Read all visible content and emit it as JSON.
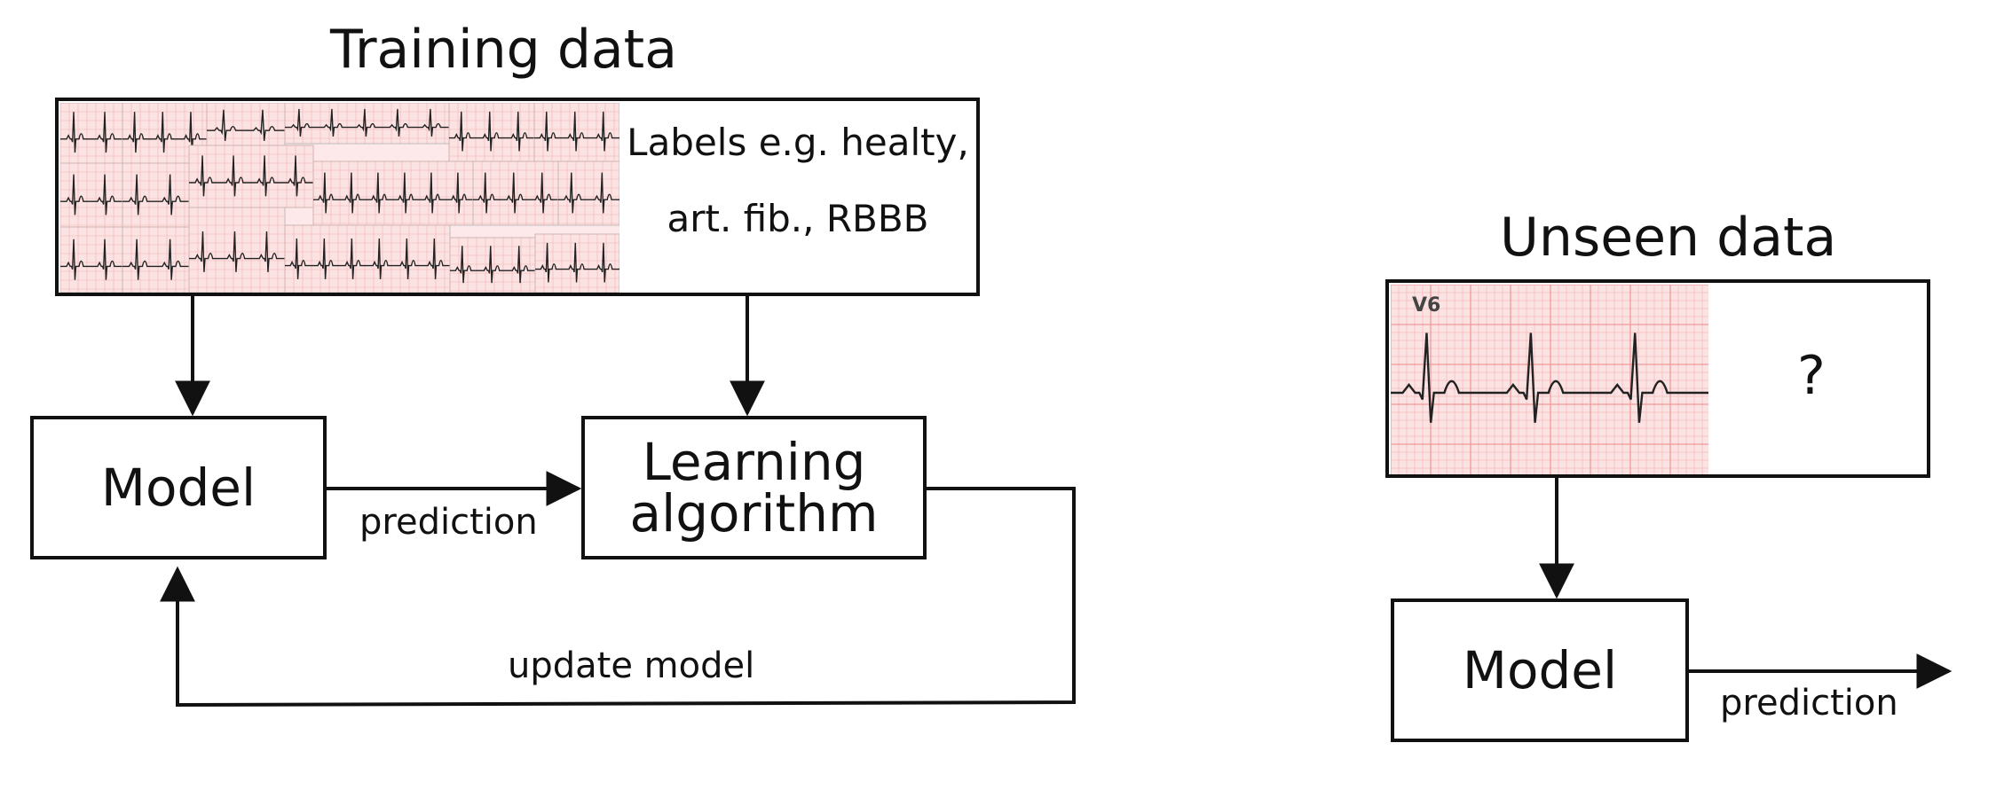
{
  "training": {
    "title": "Training data",
    "labels_line1": "Labels e.g. healty,",
    "labels_line2": "art. fib., RBBB"
  },
  "unseen": {
    "title": "Unseen data",
    "question": "?",
    "ecg_lead": "V6"
  },
  "left_flow": {
    "model": "Model",
    "learning_line1": "Learning",
    "learning_line2": "algorithm",
    "prediction": "prediction",
    "update": "update model"
  },
  "right_flow": {
    "model": "Model",
    "prediction": "prediction"
  },
  "colors": {
    "line": "#111111",
    "ecg_paper": "#fbe3e3",
    "ecg_grid": "#f2a6a6",
    "ecg_trace": "#222222"
  }
}
